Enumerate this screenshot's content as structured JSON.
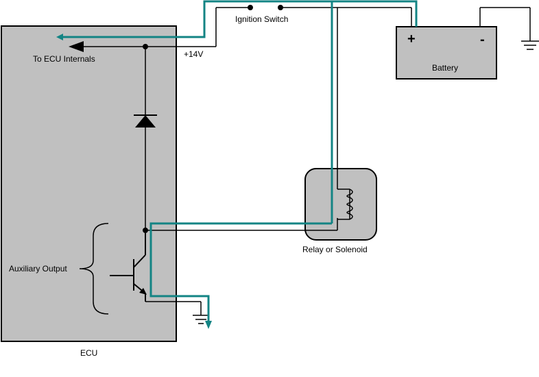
{
  "labels": {
    "to_ecu_internals": "To ECU Internals",
    "supply_voltage": "+14V",
    "ignition_switch": "Ignition Switch",
    "battery": "Battery",
    "battery_positive": "+",
    "battery_negative": "-",
    "relay": "Relay or Solenoid",
    "auxiliary_output": "Auxiliary Output",
    "ecu": "ECU"
  },
  "colors": {
    "wire": "#000000",
    "current_path": "#138484",
    "component_fill": "#c0c0c0",
    "background": "#ffffff"
  },
  "components": [
    {
      "name": "ECU",
      "symbol": "box"
    },
    {
      "name": "Battery",
      "symbol": "box"
    },
    {
      "name": "Ignition Switch",
      "symbol": "switch"
    },
    {
      "name": "Relay or Solenoid",
      "symbol": "coil"
    },
    {
      "name": "diode",
      "symbol": "diode"
    },
    {
      "name": "transistor",
      "symbol": "npn-transistor"
    },
    {
      "name": "ground",
      "symbol": "ground",
      "count": 2
    }
  ]
}
